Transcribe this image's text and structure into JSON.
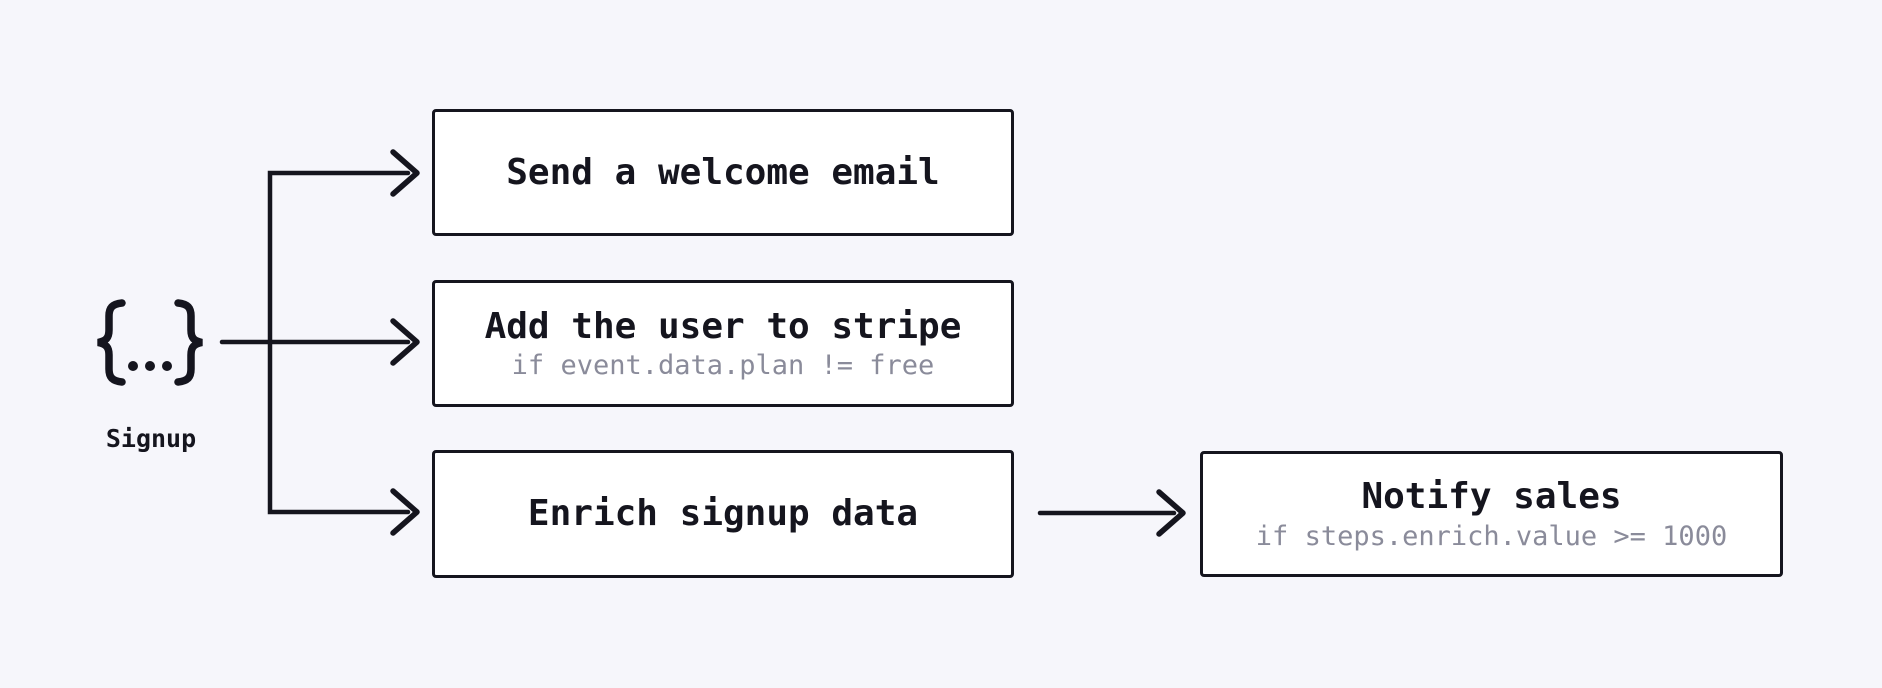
{
  "diagram": {
    "event": {
      "icon": "json-event-payload-icon",
      "glyph_open": "{",
      "glyph_dots": "...",
      "glyph_close": "}",
      "label": "Signup"
    },
    "nodes": [
      {
        "id": "send-welcome-email",
        "title": "Send a welcome email",
        "subtitle": ""
      },
      {
        "id": "add-user-to-stripe",
        "title": "Add the user to stripe",
        "subtitle": "if event.data.plan != free"
      },
      {
        "id": "enrich-signup-data",
        "title": "Enrich signup data",
        "subtitle": ""
      },
      {
        "id": "notify-sales",
        "title": "Notify sales",
        "subtitle": "if steps.enrich.value >= 1000"
      }
    ],
    "edges": [
      {
        "from": "signup-event",
        "to": "send-welcome-email"
      },
      {
        "from": "signup-event",
        "to": "add-user-to-stripe"
      },
      {
        "from": "signup-event",
        "to": "enrich-signup-data"
      },
      {
        "from": "enrich-signup-data",
        "to": "notify-sales"
      }
    ],
    "colors": {
      "background": "#f6f6fb",
      "foreground": "#15151e",
      "muted": "#8a8b9a",
      "node_background": "#ffffff"
    }
  }
}
